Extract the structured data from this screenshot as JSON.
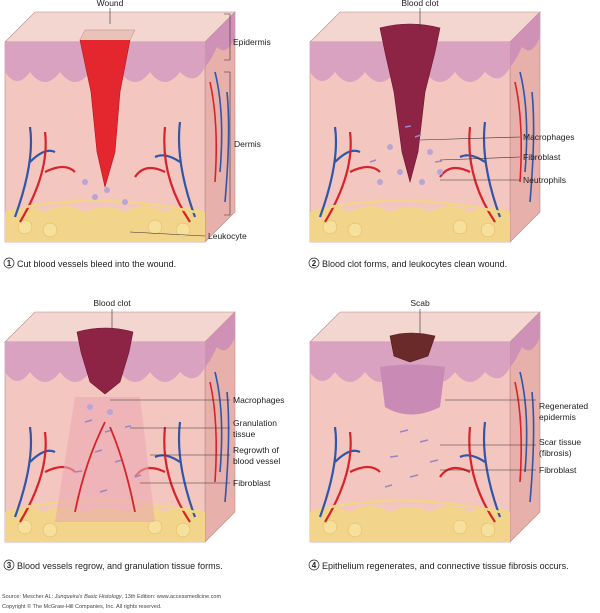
{
  "panels": [
    {
      "number": "1",
      "caption": "Cut blood vessels bleed into the wound.",
      "labels": {
        "wound": "Wound",
        "epidermis": "Epidermis",
        "dermis": "Dermis",
        "leukocyte": "Leukocyte"
      }
    },
    {
      "number": "2",
      "caption": "Blood clot forms, and leukocytes clean wound.",
      "labels": {
        "blood_clot": "Blood clot",
        "macrophages": "Macrophages",
        "fibroblast": "Fibroblast",
        "neutrophils": "Neutrophils"
      }
    },
    {
      "number": "3",
      "caption": "Blood vessels regrow, and granulation tissue forms.",
      "labels": {
        "blood_clot": "Blood clot",
        "macrophages": "Macrophages",
        "granulation_1": "Granulation",
        "granulation_2": "tissue",
        "regrowth_1": "Regrowth of",
        "regrowth_2": "blood vessel",
        "fibroblast": "Fibroblast"
      }
    },
    {
      "number": "4",
      "caption": "Epithelium regenerates, and connective tissue fibrosis occurs.",
      "labels": {
        "scab": "Scab",
        "regen_1": "Regenerated",
        "regen_2": "epidermis",
        "scar_1": "Scar tissue",
        "scar_2": "(fibrosis)",
        "fibroblast": "Fibroblast"
      }
    }
  ],
  "footer": {
    "source_prefix": "Source: Mescher AL: ",
    "source_title": "Junqueira's Basic Histology",
    "source_suffix": ", 13th Edition: www.accessmedicine.com",
    "copyright": "Copyright © The McGraw-Hill Companies, Inc. All rights reserved."
  },
  "colors": {
    "epidermis": "#d9a2c0",
    "epidermis_top": "#f2d6cf",
    "dermis": "#f4c6c0",
    "fat": "#f2d48a",
    "artery": "#d8232a",
    "vein": "#2f56a8",
    "wound_blood": "#e4262f",
    "clot": "#8e2445",
    "scab": "#6a2a2a",
    "regenerated": "#c98bb6"
  }
}
